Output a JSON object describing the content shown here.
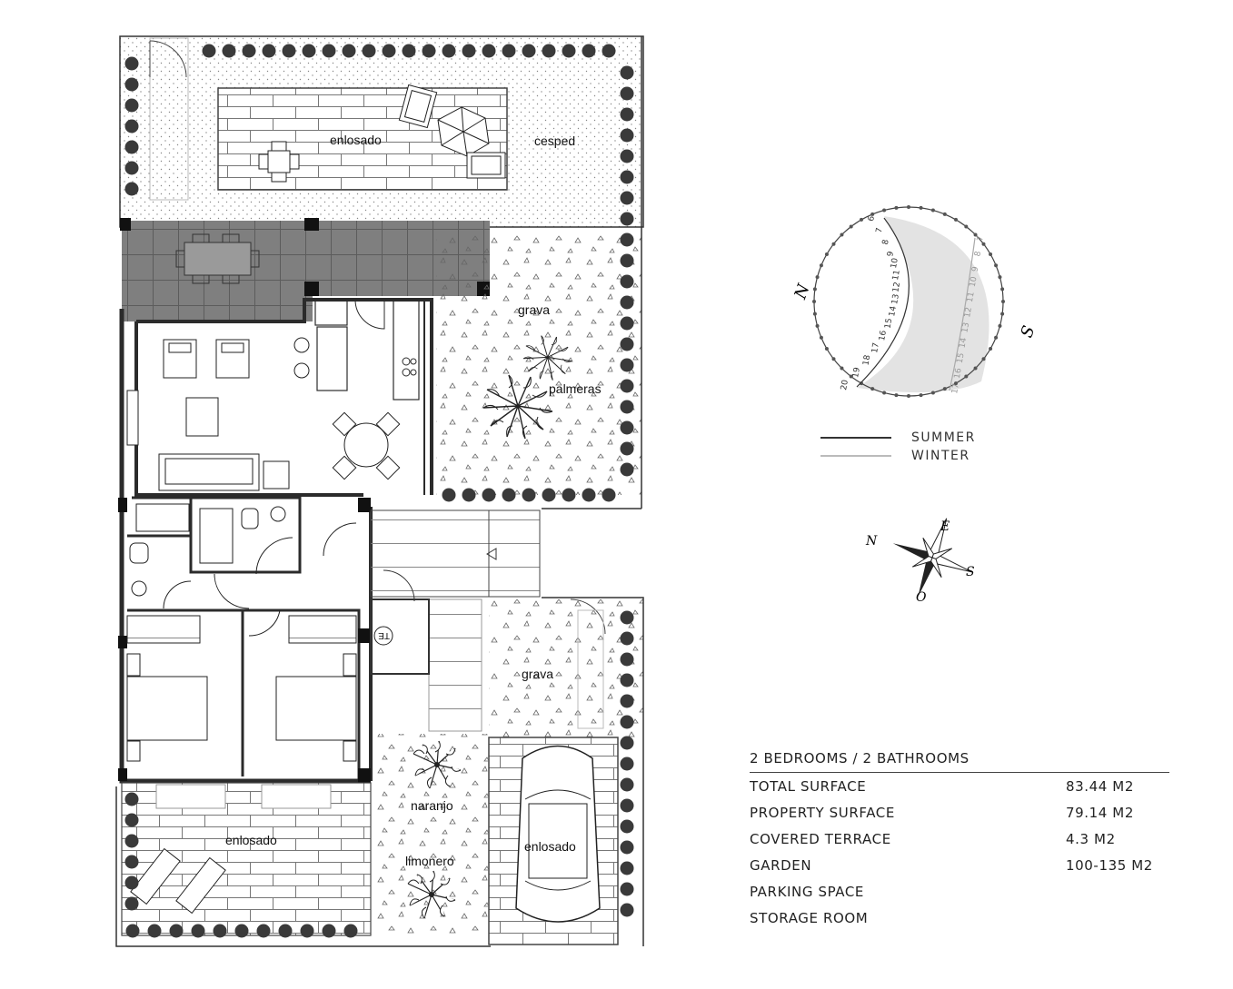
{
  "rooms": {
    "terrace_tiles_top": "enlosado",
    "lawn": "cesped",
    "gravel_right": "grava",
    "palms": "palmeras",
    "gravel_lower": "grava",
    "orange_tree": "naranjo",
    "lemon_tree": "limonero",
    "terrace_tiles_bottom": "enlosado",
    "parking_tiles": "enlosado",
    "meter_box": "TE"
  },
  "sun_path": {
    "cardinal_left": "N",
    "cardinal_right": "S",
    "summer_hours": [
      "6",
      "7",
      "8",
      "9",
      "10",
      "11",
      "12",
      "13",
      "14",
      "15",
      "16",
      "17",
      "18",
      "19",
      "20"
    ],
    "winter_hours": [
      "7",
      "8",
      "9",
      "10",
      "11",
      "12",
      "13",
      "14",
      "15",
      "16",
      "17"
    ],
    "legend": [
      {
        "label": "SUMMER",
        "color": "#333333"
      },
      {
        "label": "WINTER",
        "color": "#bbbbbb"
      }
    ]
  },
  "compass": {
    "n": "N",
    "e": "E",
    "s": "S",
    "o": "O"
  },
  "specs": {
    "title": "2 BEDROOMS / 2 BATHROOMS",
    "rows": [
      {
        "label": "TOTAL SURFACE",
        "value": "83.44 M2"
      },
      {
        "label": "PROPERTY SURFACE",
        "value": "79.14 M2"
      },
      {
        "label": "COVERED TERRACE",
        "value": "4.3 M2"
      },
      {
        "label": "GARDEN",
        "value": "100-135 M2"
      },
      {
        "label": "PARKING SPACE",
        "value": ""
      },
      {
        "label": "STORAGE ROOM",
        "value": ""
      }
    ]
  },
  "colors": {
    "wall": "#2b2b2b",
    "terrace_floor": "#7a7a7a",
    "summer": "#333333",
    "winter": "#bbbbbb",
    "moon_fill": "#e3e3e3"
  }
}
